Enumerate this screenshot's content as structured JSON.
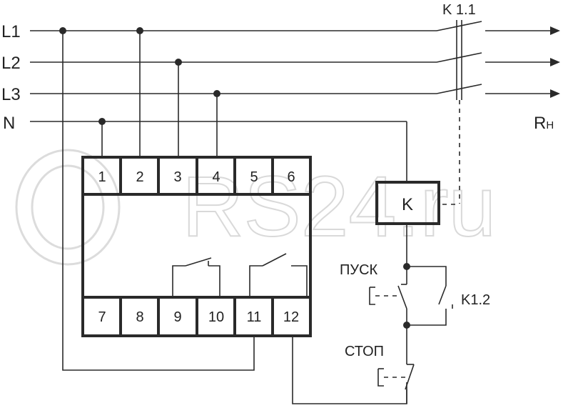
{
  "lines": {
    "l1": "L1",
    "l2": "L2",
    "l3": "L3",
    "n": "N"
  },
  "contactor": {
    "main_contact": "K 1.1",
    "coil": "K",
    "aux_contact": "K1.2"
  },
  "load": {
    "label": "R",
    "subscript": "H"
  },
  "buttons": {
    "start": "ПУСК",
    "stop": "СТОП"
  },
  "terminals_top": [
    "1",
    "2",
    "3",
    "4",
    "5",
    "6"
  ],
  "terminals_bottom": [
    "7",
    "8",
    "9",
    "10",
    "11",
    "12"
  ],
  "watermark": "RS24.ru"
}
